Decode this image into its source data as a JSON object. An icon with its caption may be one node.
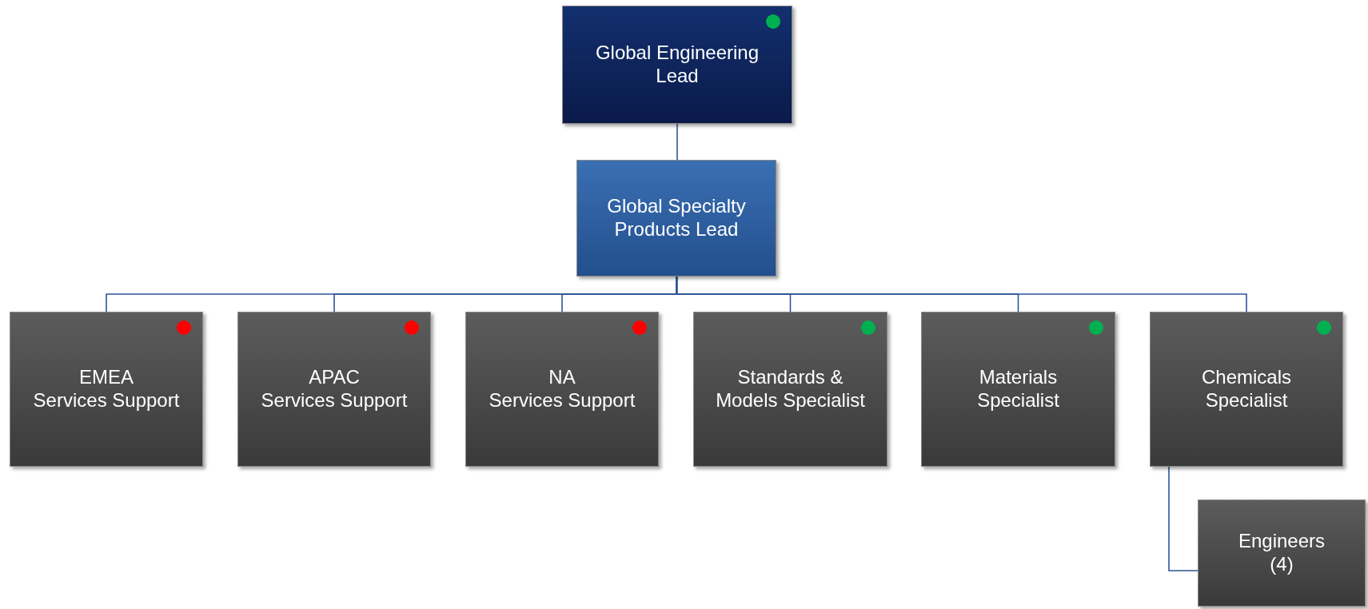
{
  "diagram": {
    "nodes": [
      {
        "text": [
          "Global Engineering Lead"
        ]
      },
      {
        "text": [
          "Global Specialty Products Lead"
        ]
      },
      {
        "text": [
          "EMEA",
          "Services Support"
        ]
      },
      {
        "text": [
          "APAC",
          "Services Support"
        ]
      },
      {
        "text": [
          "NA",
          "Services Support"
        ]
      },
      {
        "text": [
          "Standards & Models Specialist"
        ]
      },
      {
        "text": [
          "Materials Specialist"
        ]
      },
      {
        "text": [
          "Chemicals Specialist"
        ]
      },
      {
        "text": [
          "Engineers (4)"
        ]
      }
    ],
    "edges": [
      {
        "from": 0,
        "to": 1,
        "arrow": "none"
      },
      {
        "from": 1,
        "to": 2,
        "arrow": "none"
      },
      {
        "from": 1,
        "to": 3,
        "arrow": "none"
      },
      {
        "from": 1,
        "to": 4,
        "arrow": "none"
      },
      {
        "from": 1,
        "to": 5,
        "arrow": "none"
      },
      {
        "from": 1,
        "to": 6,
        "arrow": "none"
      },
      {
        "from": 1,
        "to": 7,
        "arrow": "none"
      },
      {
        "from": 7,
        "to": 8,
        "arrow": "none"
      }
    ]
  }
}
